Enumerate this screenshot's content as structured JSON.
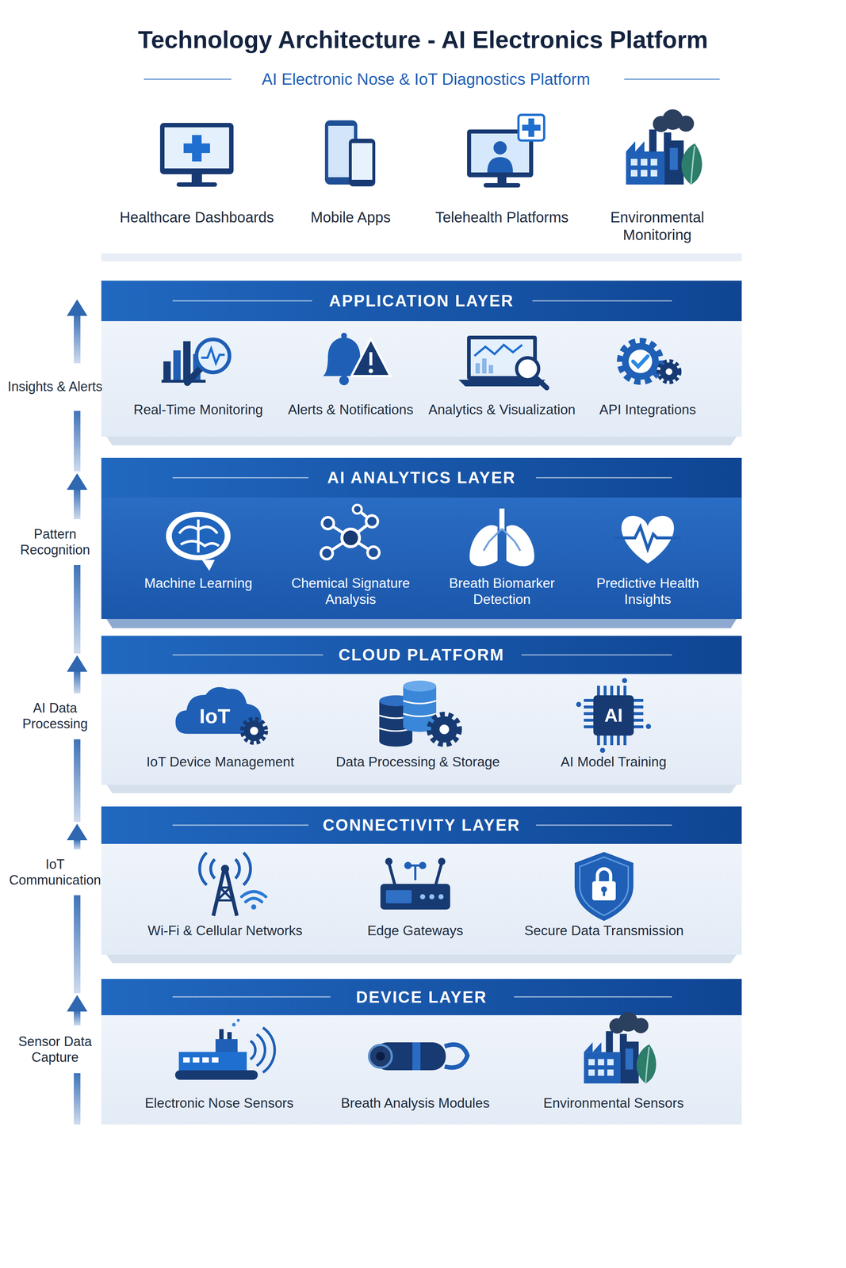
{
  "diagram": {
    "title": "Technology Architecture - AI Electronics Platform",
    "nodes": [
      {
        "text": [
          "APPLICATION LAYER"
        ]
      },
      {
        "text": [
          "Real-Time Monitoring"
        ],
        "in": 0
      },
      {
        "text": [
          "Alerts & Notifications"
        ],
        "in": 0
      },
      {
        "text": [
          "Analytics & Visualization"
        ],
        "in": 0
      },
      {
        "text": [
          "API Integrations"
        ],
        "in": 0
      },
      {
        "text": [
          "AI ANALYTICS LAYER"
        ]
      },
      {
        "text": [
          "Machine Learning"
        ],
        "in": 5
      },
      {
        "text": [
          "Chemical Signature Analysis"
        ],
        "in": 5
      },
      {
        "text": [
          "Breath Biomarker Detection"
        ],
        "in": 5
      },
      {
        "text": [
          "Predictive Health Insights"
        ],
        "in": 5
      },
      {
        "text": [
          "CLOUD PLATFORM"
        ]
      },
      {
        "text": [
          "IoT Device Management"
        ],
        "in": 10
      },
      {
        "text": [
          "Data Processing & Storage"
        ],
        "in": 10
      },
      {
        "text": [
          "AI Model Training"
        ],
        "in": 10
      },
      {
        "text": [
          "CONNECTIVITY LAYER"
        ]
      },
      {
        "text": [
          "Wi-Fi & Cellular Networks"
        ],
        "in": 14
      },
      {
        "text": [
          "Edge Gateways"
        ],
        "in": 14
      },
      {
        "text": [
          "Secure Data Transmission"
        ],
        "in": 14
      },
      {
        "text": [
          "DEVICE LAYER"
        ]
      },
      {
        "text": [
          "Electronic Nose Sensors"
        ],
        "in": 18
      },
      {
        "text": [
          "Breath Analysis Modules"
        ],
        "in": 18
      },
      {
        "text": [
          "Environmental Sensors"
        ],
        "in": 18
      }
    ],
    "labels": [
      "AI Electronic Nose & IoT Diagnostics Platform",
      "Healthcare Dashboards",
      "Mobile Apps",
      "Telehealth Platforms",
      "Environmental Monitoring",
      "Insights & Alerts",
      "Pattern Recognition",
      "AI Data Processing",
      "IoT Communication",
      "Sensor Data Capture",
      "IoT",
      "AI"
    ]
  }
}
